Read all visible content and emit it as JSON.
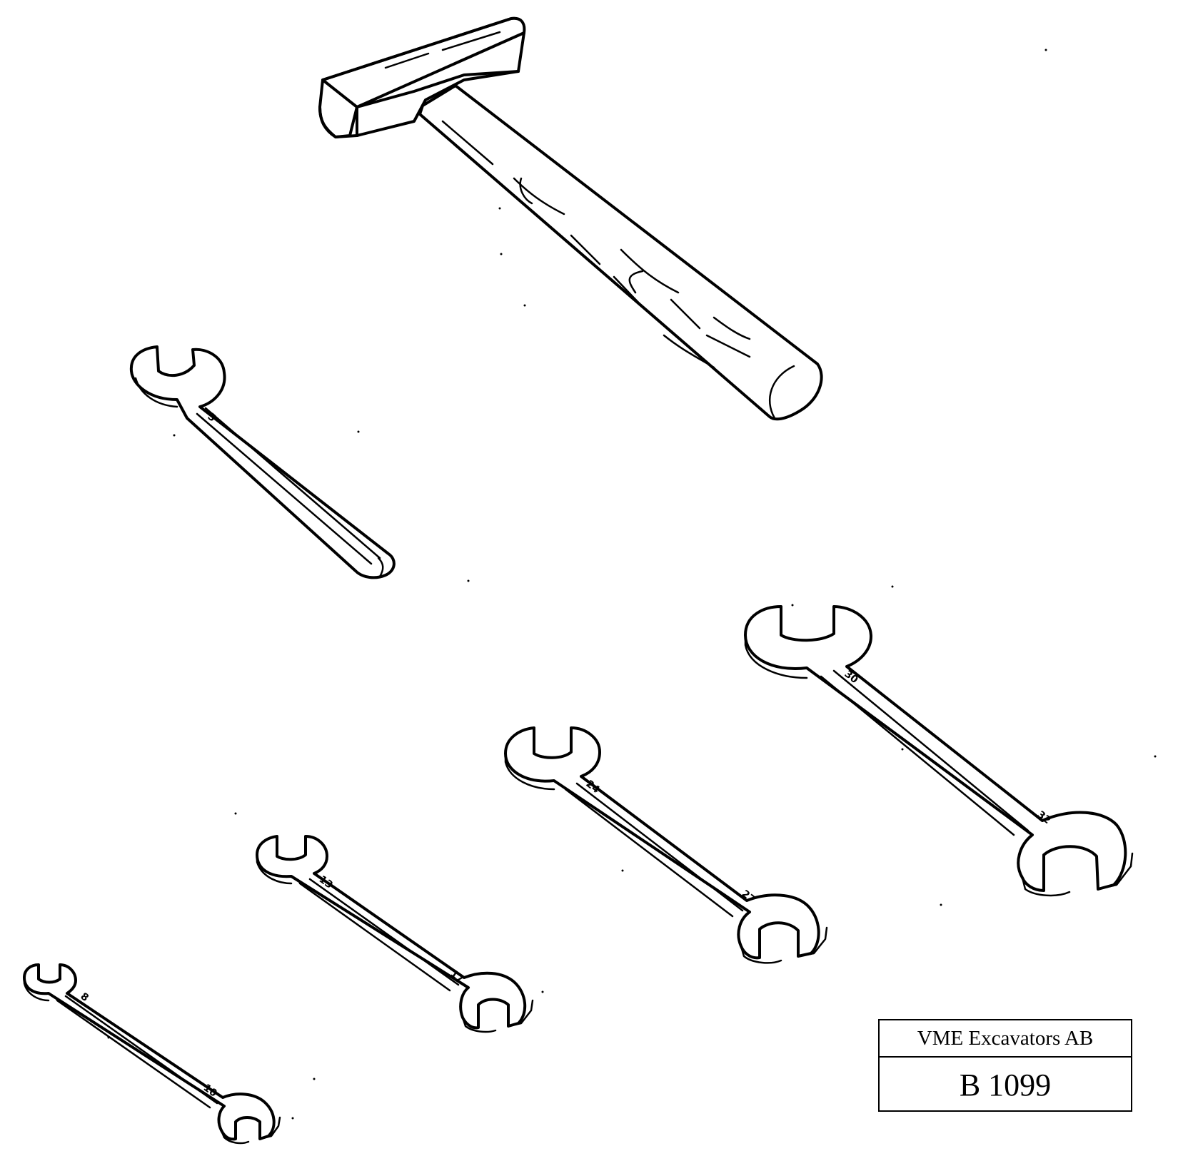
{
  "title_block": {
    "company": "VME Excavators AB",
    "code": "B 1099"
  },
  "wrench_sizes": {
    "single_wrench": "5",
    "small_a": "8",
    "small_b": "10",
    "medium_a": "13",
    "medium_b": "17",
    "large_a": "24",
    "large_b": "27",
    "xlarge_a": "30",
    "xlarge_b": "32"
  },
  "icons": [
    "hammer-icon",
    "wrench-icon"
  ]
}
